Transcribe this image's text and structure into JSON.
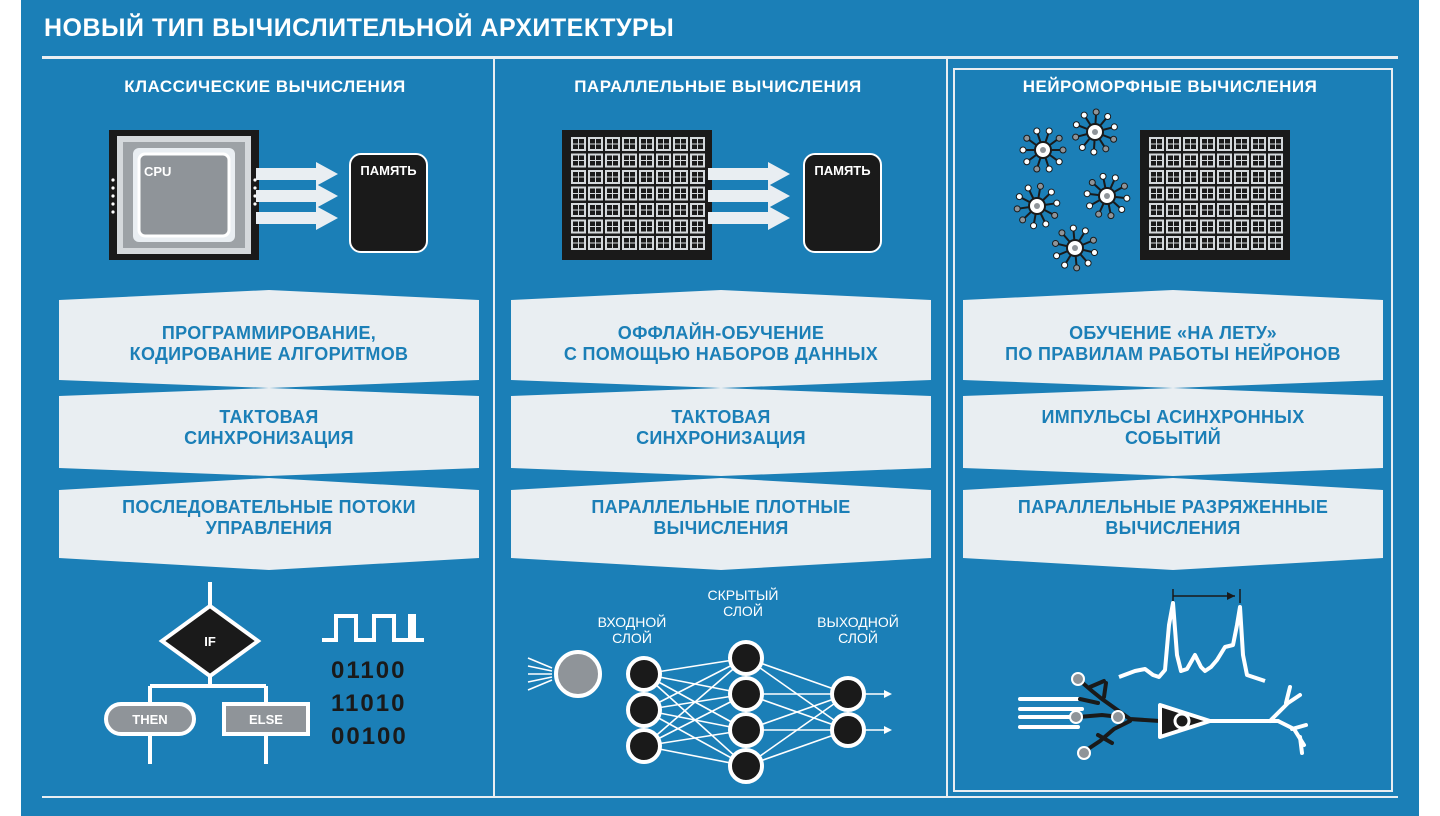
{
  "title": "НОВЫЙ ТИП ВЫЧИСЛИТЕЛЬНОЙ АРХИТЕКТУРЫ",
  "columns": [
    {
      "heading": "КЛАССИЧЕСКИЕ ВЫЧИСЛЕНИЯ",
      "chip_label": "CPU",
      "memory_label": "ПАМЯТЬ",
      "boxes": [
        {
          "line1": "ПРОГРАММИРОВАНИЕ,",
          "line2": "КОДИРОВАНИЕ АЛГОРИТМОВ"
        },
        {
          "line1": "ТАКТОВАЯ",
          "line2": "СИНХРОНИЗАЦИЯ"
        },
        {
          "line1": "ПОСЛЕДОВАТЕЛЬНЫЕ ПОТОКИ",
          "line2": "УПРАВЛЕНИЯ"
        }
      ],
      "flow": {
        "if": "IF",
        "then": "THEN",
        "else": "ELSE"
      },
      "binary": [
        "01100",
        "11010",
        "00100"
      ]
    },
    {
      "heading": "ПАРАЛЛЕЛЬНЫЕ ВЫЧИСЛЕНИЯ",
      "memory_label": "ПАМЯТЬ",
      "boxes": [
        {
          "line1": "ОФФЛАЙН-ОБУЧЕНИЕ",
          "line2": "С ПОМОЩЬЮ НАБОРОВ ДАННЫХ"
        },
        {
          "line1": "ТАКТОВАЯ",
          "line2": "СИНХРОНИЗАЦИЯ"
        },
        {
          "line1": "ПАРАЛЛЕЛЬНЫЕ ПЛОТНЫЕ",
          "line2": "ВЫЧИСЛЕНИЯ"
        }
      ],
      "layers": {
        "input": [
          "ВХОДНОЙ",
          "СЛОЙ"
        ],
        "hidden": [
          "СКРЫТЫЙ",
          "СЛОЙ"
        ],
        "output": [
          "ВЫХОДНОЙ",
          "СЛОЙ"
        ]
      }
    },
    {
      "heading": "НЕЙРОМОРФНЫЕ ВЫЧИСЛЕНИЯ",
      "boxes": [
        {
          "line1": "ОБУЧЕНИЕ «НА ЛЕТУ»",
          "line2": "ПО ПРАВИЛАМ РАБОТЫ НЕЙРОНОВ"
        },
        {
          "line1": "ИМПУЛЬСЫ АСИНХРОННЫХ",
          "line2": "СОБЫТИЙ"
        },
        {
          "line1": "ПАРАЛЛЕЛЬНЫЕ РАЗРЯЖЕННЫЕ",
          "line2": "ВЫЧИСЛЕНИЯ"
        }
      ]
    }
  ],
  "colors": {
    "background": "#1b7fb7",
    "box": "#e9eef2",
    "accent_text": "#1b7fb7",
    "dark": "#1a1a1a"
  }
}
